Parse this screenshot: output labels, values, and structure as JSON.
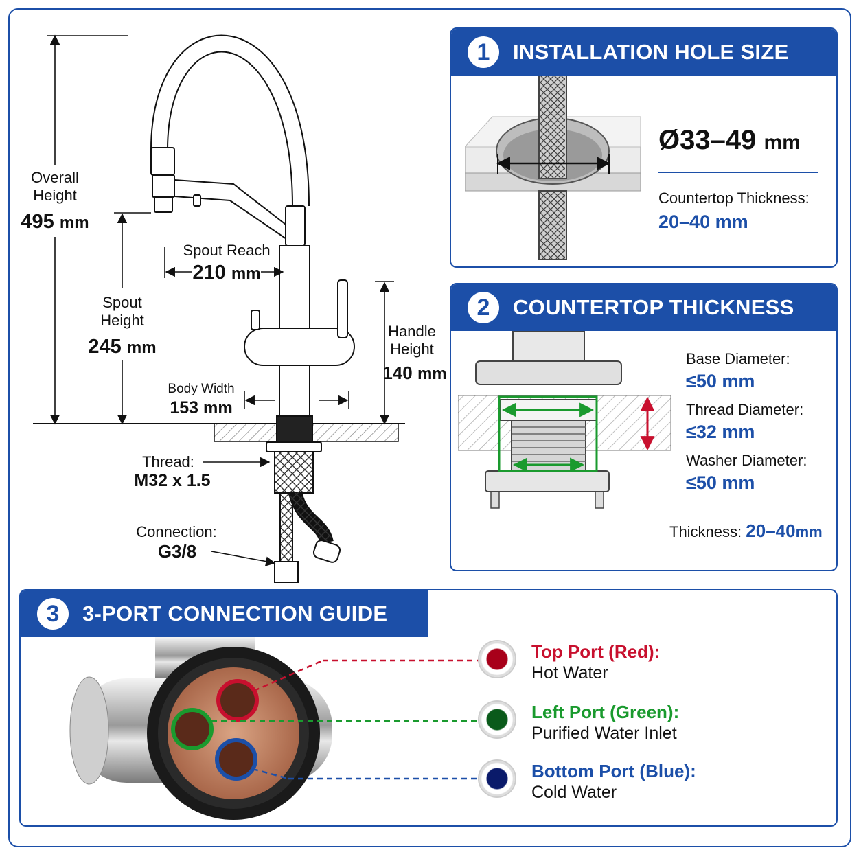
{
  "dimensions": {
    "overall_height_label": "Overall\nHeight",
    "overall_height_value": "495",
    "spout_reach_label": "Spout Reach",
    "spout_reach_value": "210",
    "spout_height_label": "Spout\nHeight",
    "spout_height_value": "245",
    "handle_height_label": "Handle\nHeight",
    "handle_height_value": "140",
    "body_width_label": "Body Width",
    "body_width_value": "153",
    "unit": "mm",
    "thread_label": "Thread:",
    "thread_value": "M32 x 1.5",
    "connection_label": "Connection:",
    "connection_value": "G3/8"
  },
  "panel1": {
    "number": "1",
    "title": "INSTALLATION HOLE SIZE",
    "hole_value": "Ø33–49",
    "hole_unit": "mm",
    "thickness_label": "Countertop Thickness:",
    "thickness_value": "20–40 mm"
  },
  "panel2": {
    "number": "2",
    "title": "COUNTERTOP THICKNESS",
    "base_label": "Base Diameter:",
    "base_value": "≤50 mm",
    "thread_label": "Thread Diameter:",
    "thread_value": "≤32 mm",
    "washer_label": "Washer Diameter:",
    "washer_value": "≤50 mm",
    "thickness_label": "Thickness:",
    "thickness_value": "20–40",
    "thickness_unit": "mm"
  },
  "panel3": {
    "number": "3",
    "title": "3-PORT CONNECTION GUIDE",
    "ports": [
      {
        "title": "Top Port (Red):",
        "desc": "Hot Water",
        "color": "#c8102e"
      },
      {
        "title": "Left Port (Green):",
        "desc": "Purified Water Inlet",
        "color": "#1a9a2e"
      },
      {
        "title": "Bottom Port (Blue):",
        "desc": "Cold Water",
        "color": "#1c4fa8"
      }
    ]
  },
  "colors": {
    "accent": "#1c4fa8",
    "red": "#c8102e",
    "green": "#1a9a2e",
    "blue": "#1c4fa8"
  }
}
